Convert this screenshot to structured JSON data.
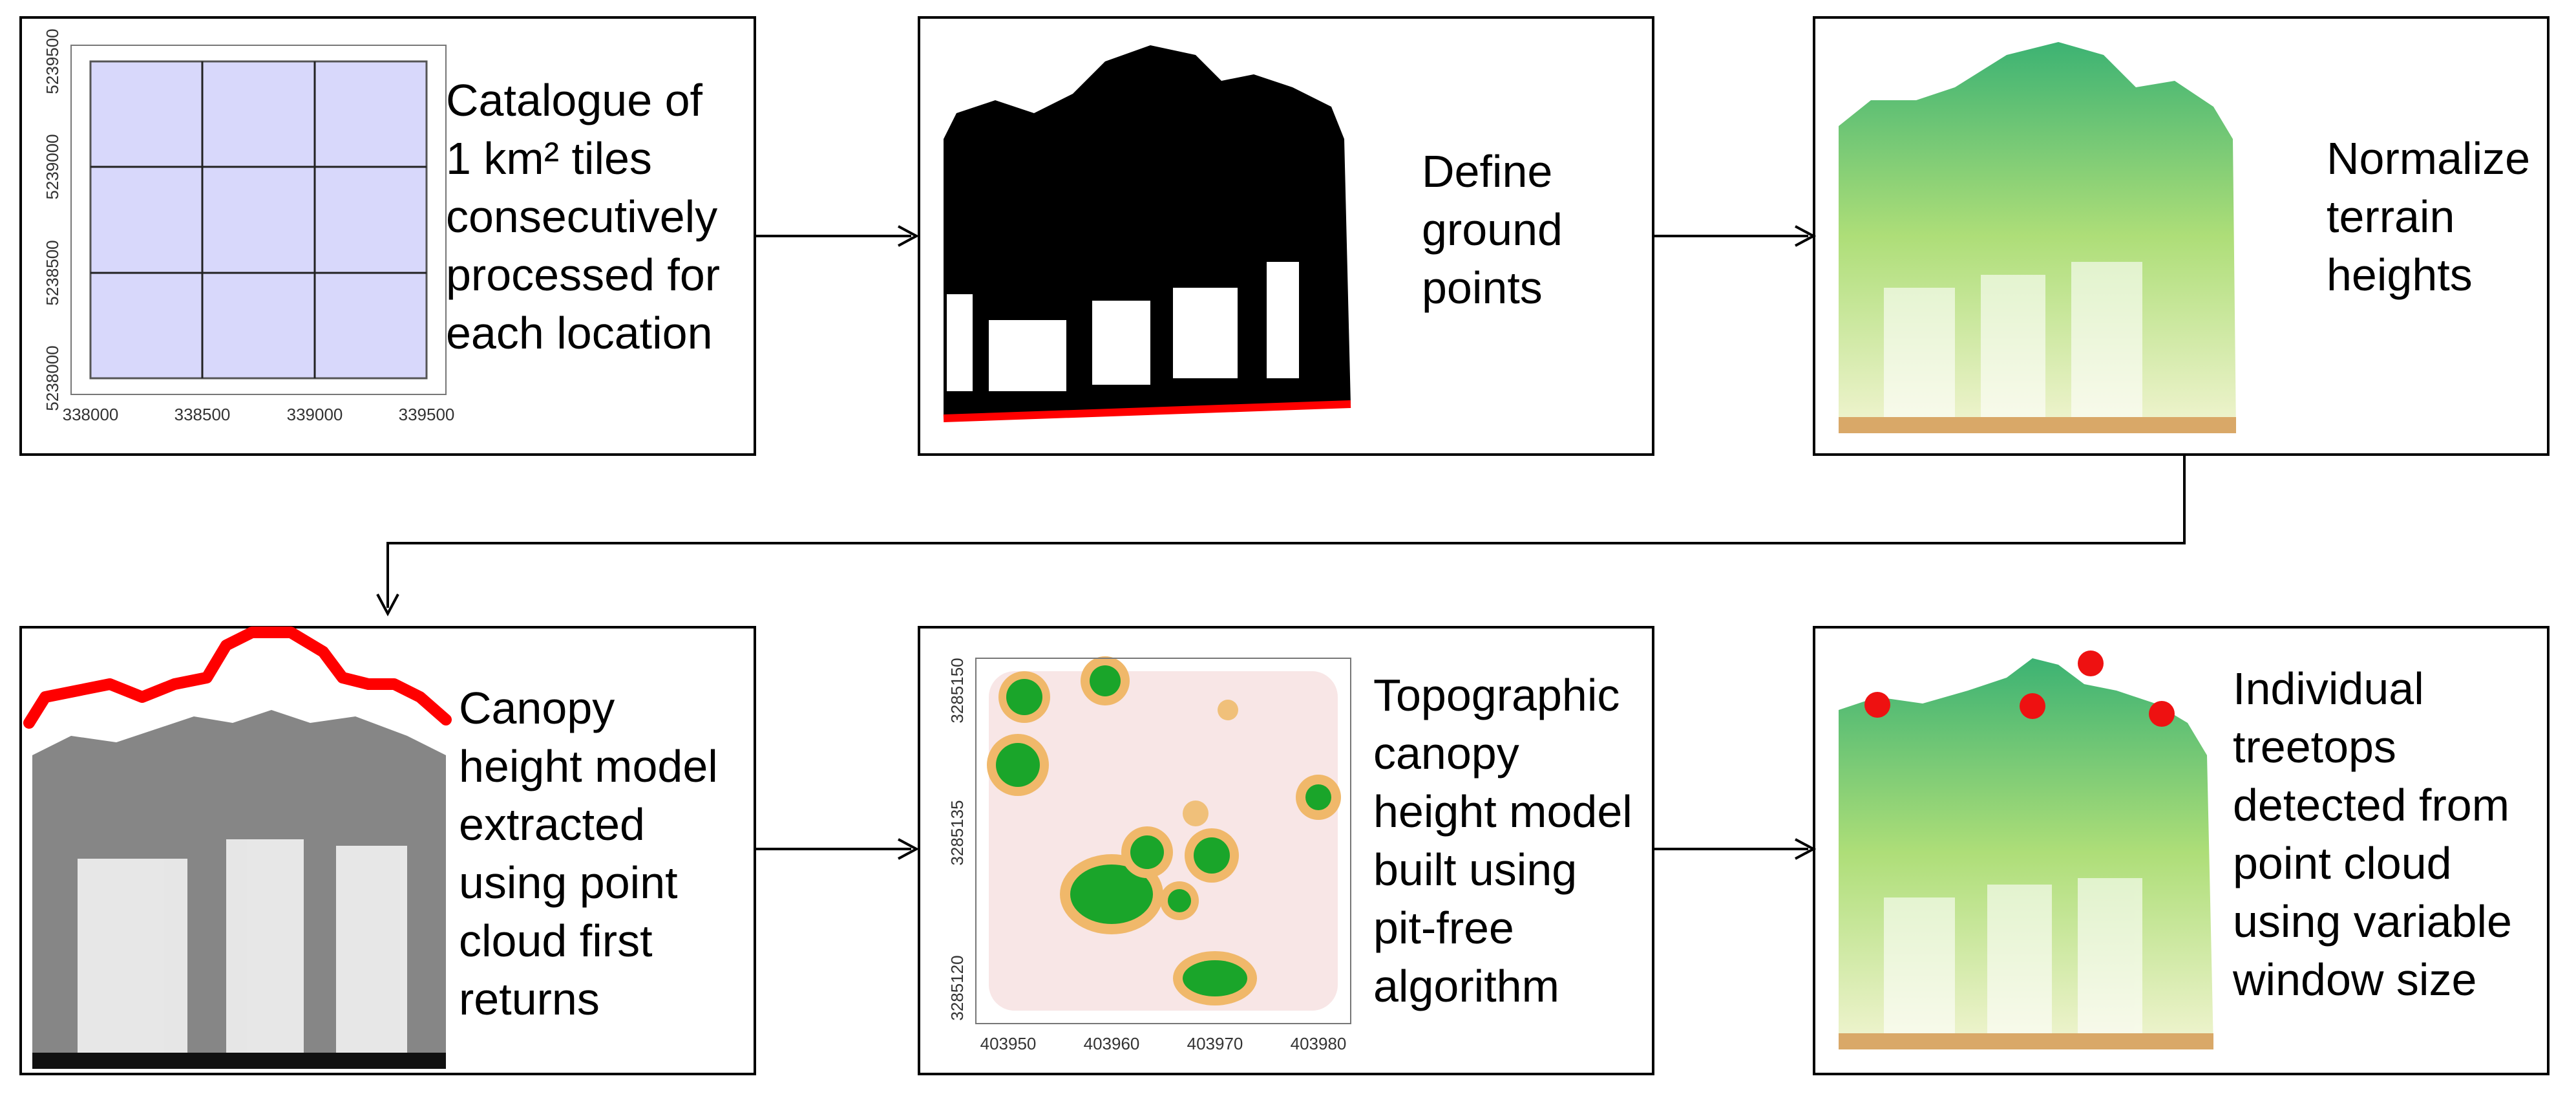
{
  "steps": [
    {
      "id": "catalogue",
      "lines": [
        "Catalogue of",
        "1 km² tiles",
        "consecutively",
        "processed for",
        "each location"
      ]
    },
    {
      "id": "ground",
      "lines": [
        "Define",
        "ground",
        "points"
      ]
    },
    {
      "id": "normalize",
      "lines": [
        "Normalize",
        "terrain",
        "heights"
      ]
    },
    {
      "id": "chm",
      "lines": [
        "Canopy",
        "height model",
        "extracted",
        "using point",
        "cloud first",
        "returns"
      ]
    },
    {
      "id": "topographic",
      "lines": [
        "Topographic",
        "canopy",
        "height model",
        "built using",
        "pit-free",
        "algorithm"
      ]
    },
    {
      "id": "treetops",
      "lines": [
        "Individual",
        "treetops",
        "detected from",
        "point cloud",
        "using variable",
        "window size"
      ]
    }
  ],
  "tile_plot": {
    "x_ticks": [
      "338000",
      "338500",
      "339000",
      "339500"
    ],
    "y_ticks": [
      "5238000",
      "5238500",
      "5239000",
      "5239500"
    ],
    "fill_color": "#d8d8fb"
  },
  "chm_plot": {
    "x_ticks": [
      "403950",
      "403960",
      "403970",
      "403980"
    ],
    "y_ticks": [
      "3285120",
      "3285135",
      "3285150"
    ]
  },
  "colors": {
    "ground": "#ff0000",
    "canopy_green": "#1aa55a",
    "canopy_light": "#9fd860",
    "terrain": "#d9a868",
    "treetop": "#ee1111"
  }
}
